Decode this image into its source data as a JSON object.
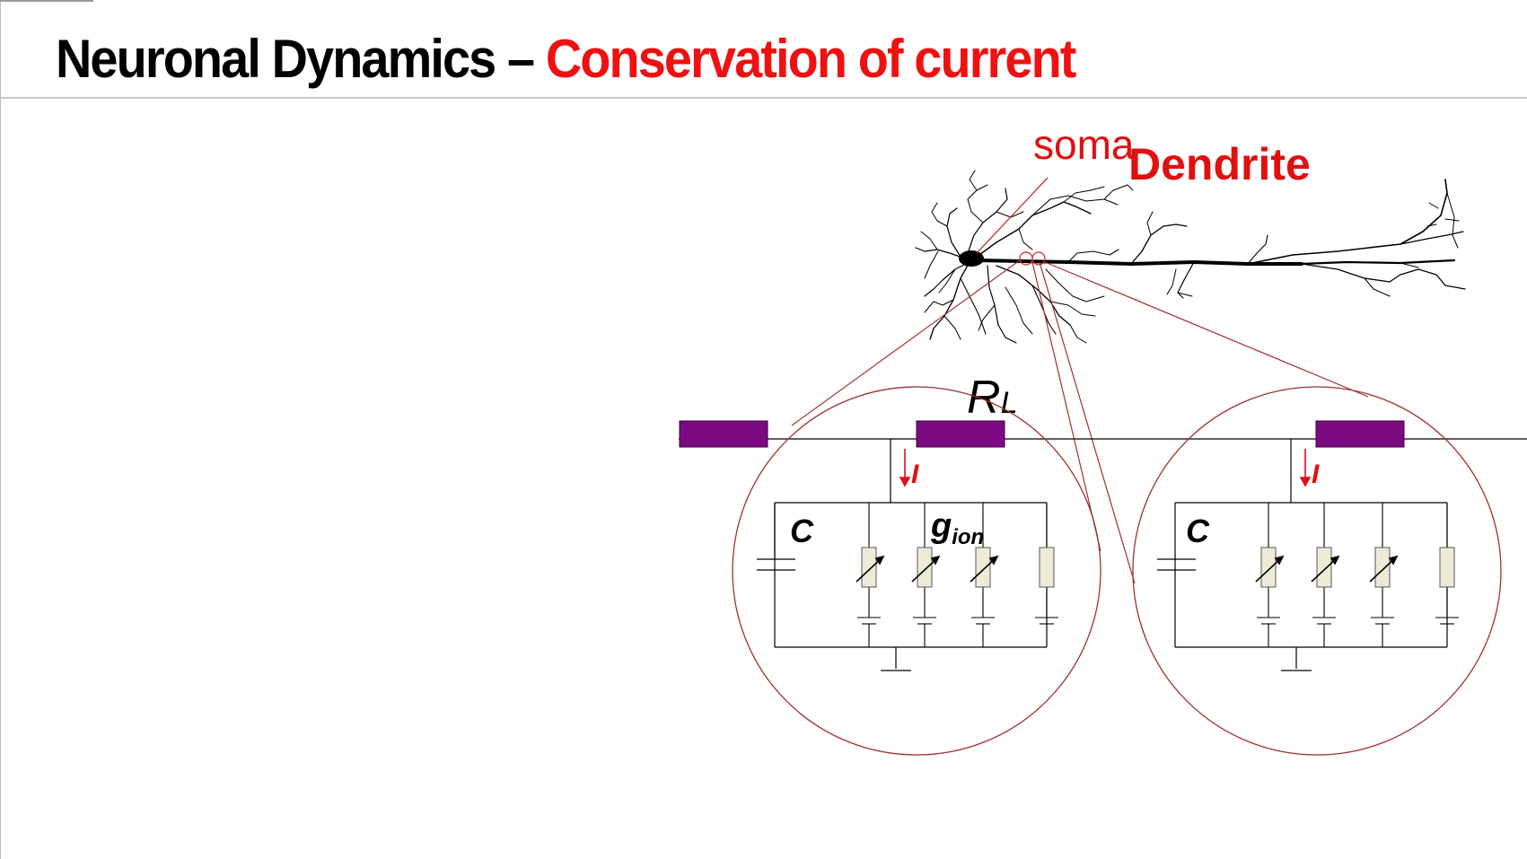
{
  "slide": {
    "title_part1": "Neuronal Dynamics – ",
    "title_part2": "Conservation of current",
    "title_color": "#ee1111"
  },
  "neuron": {
    "soma_label": "soma",
    "dendrite_label": "Dendrite",
    "label_color": "#e01010"
  },
  "circuit": {
    "resistor_label_main": "R",
    "resistor_label_sub": "L",
    "current_label": "I",
    "capacitor_label": "C",
    "conductance_label_main": "g",
    "conductance_label_sub": "ion",
    "cable_resistor_color": "#7b0a82",
    "zoom_circle_color": "#b03030"
  }
}
